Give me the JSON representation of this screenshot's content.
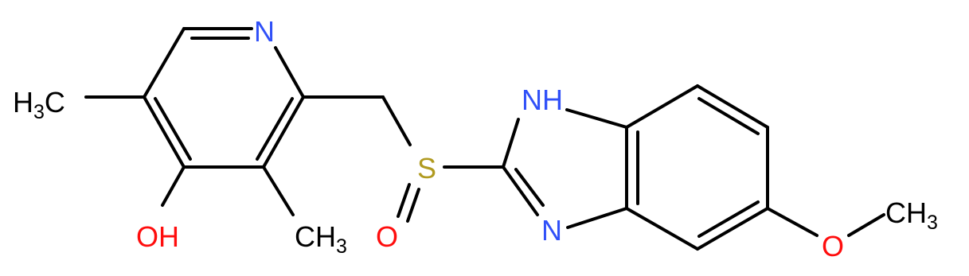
{
  "colors": {
    "carbon": "#000000",
    "nitrogen": "#3050f8",
    "oxygen": "#ff0d0d",
    "sulfur": "#b09a20"
  },
  "atoms": {
    "pyridine_n": "N",
    "imidazole_nh": "NH",
    "imidazole_n": "N",
    "sulfur": "S",
    "sulfoxide_o": "O",
    "methoxy_o": "O",
    "hydroxyl": "OH",
    "methyl_left": {
      "main": "H",
      "sub": "3",
      "tail": "C"
    },
    "methyl_bottom": {
      "main": "CH",
      "sub": "3"
    },
    "methyl_right": {
      "main": "CH",
      "sub": "3"
    }
  }
}
